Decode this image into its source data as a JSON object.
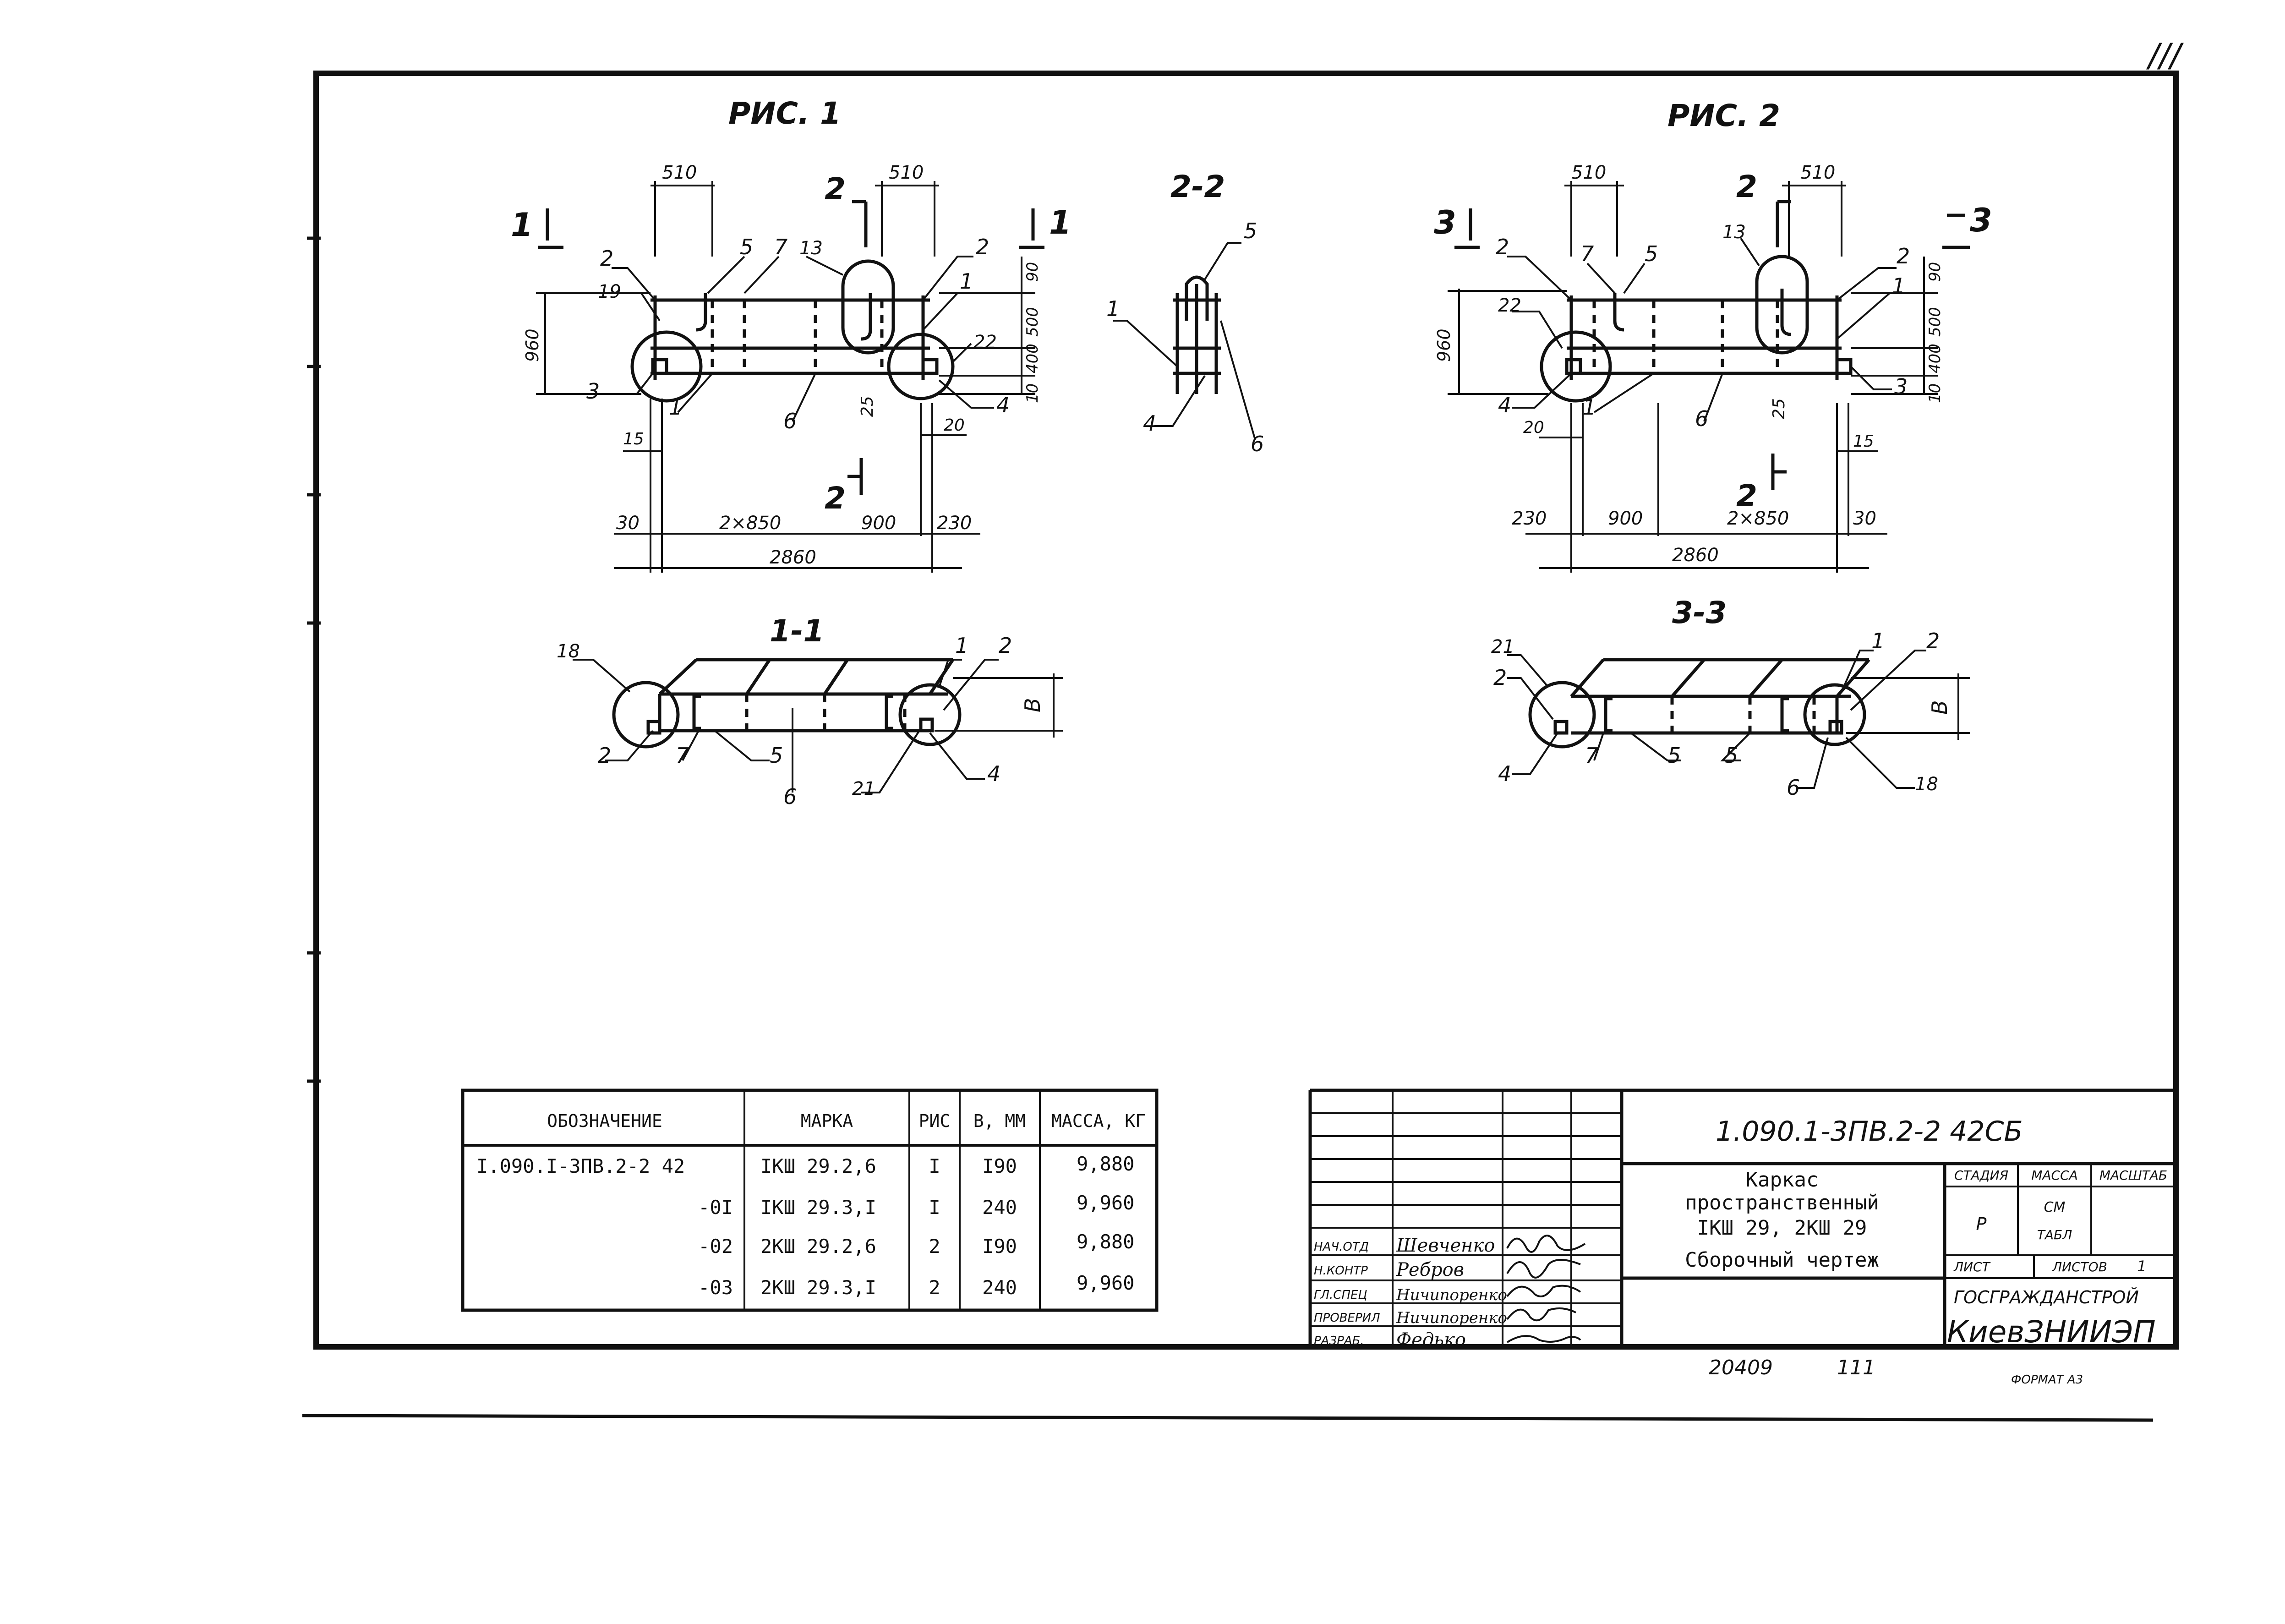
{
  "corner_mark": "///",
  "format_label": "ФОРМАТ А3",
  "archive_number": "20409",
  "archive_page": "111",
  "fig1": {
    "title": "РИС. 1",
    "dims_top": [
      "510",
      "510"
    ],
    "dims_right": [
      "90",
      "500",
      "400",
      "10"
    ],
    "dim_left": "960",
    "dims_bottom": [
      "30",
      "2×850",
      "900",
      "230"
    ],
    "dim_total": "2860",
    "small_dims": [
      "15",
      "20",
      "25"
    ],
    "section_marks": [
      "1",
      "1",
      "2",
      "2"
    ],
    "callouts": [
      "2",
      "5",
      "7",
      "13",
      "2",
      "19",
      "1",
      "22",
      "3",
      "1",
      "6",
      "4"
    ]
  },
  "fig2": {
    "title": "РИС. 2",
    "dims_top": [
      "510",
      "510"
    ],
    "dims_right": [
      "90",
      "500",
      "400",
      "10"
    ],
    "dim_left": "960",
    "dims_bottom": [
      "230",
      "900",
      "2×850",
      "30"
    ],
    "dim_total": "2860",
    "small_dims": [
      "20",
      "15",
      "25"
    ],
    "section_marks": [
      "3",
      "3",
      "2",
      "2"
    ],
    "callouts": [
      "2",
      "7",
      "5",
      "13",
      "2",
      "22",
      "1",
      "4",
      "1",
      "6",
      "3"
    ]
  },
  "sec22": {
    "title": "2-2",
    "callouts": [
      "5",
      "1",
      "4",
      "6"
    ]
  },
  "sec11": {
    "title": "1-1",
    "dim": "В",
    "callouts": [
      "18",
      "1",
      "2",
      "2",
      "7",
      "5",
      "6",
      "21",
      "4"
    ]
  },
  "sec33": {
    "title": "3-3",
    "dim": "В",
    "callouts": [
      "21",
      "2",
      "1",
      "2",
      "4",
      "7",
      "5",
      "5",
      "6",
      "18"
    ]
  },
  "table": {
    "headers": [
      "ОБОЗНАЧЕНИЕ",
      "МАРКА",
      "РИС",
      "В, ММ",
      "МАССА, КГ"
    ],
    "rows": [
      [
        "I.090.I-3ПВ.2-2 42",
        "IКШ 29.2,6",
        "I",
        "I90",
        "9,880"
      ],
      [
        "-0I",
        "IКШ 29.3,I",
        "I",
        "240",
        "9,960"
      ],
      [
        "-02",
        "2КШ 29.2,6",
        "2",
        "I90",
        "9,880"
      ],
      [
        "-03",
        "2КШ 29.3,I",
        "2",
        "240",
        "9,960"
      ]
    ]
  },
  "titleblock": {
    "code": "1.090.1-3ПВ.2-2  42СБ",
    "name_lines": [
      "Каркас",
      "пространственный",
      "IКШ 29, 2КШ 29",
      "Сборочный чертеж"
    ],
    "stage_header": "СТАДИЯ",
    "mass_header": "МАССА",
    "scale_header": "МАСШТАБ",
    "stage": "Р",
    "mass_value": "СМ",
    "mass_value2": "ТАБЛ",
    "sheet_label": "ЛИСТ",
    "sheets_label": "ЛИСТОВ",
    "sheets_value": "1",
    "org1": "ГОСГРАЖДАНСТРОЙ",
    "org2": "КиевЗНИИЭП",
    "roles": [
      "НАЧ.ОТД",
      "Н.КОНТР",
      "ГЛ.СПЕЦ",
      "ПРОВЕРИЛ",
      "РАЗРАБ."
    ],
    "names": [
      "Шевченко",
      "Ребров",
      "Ничипоренко",
      "Ничипоренко",
      "Федько"
    ]
  }
}
